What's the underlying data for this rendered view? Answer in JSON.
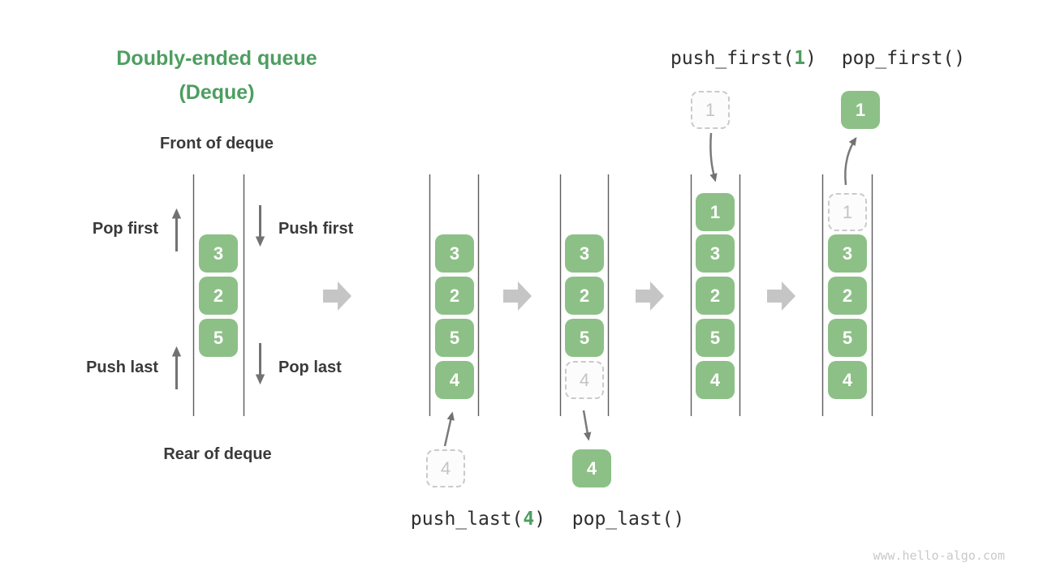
{
  "title": {
    "line1": "Doubly-ended queue",
    "line2": "(Deque)"
  },
  "legend": {
    "front_label": "Front of deque",
    "rear_label": "Rear of deque",
    "pop_first_label": "Pop first",
    "push_first_label": "Push first",
    "push_last_label": "Push last",
    "pop_last_label": "Pop last",
    "cells": [
      "3",
      "2",
      "5"
    ]
  },
  "operations": {
    "push_last": {
      "name": "push_last(",
      "arg": "4",
      "close": ")"
    },
    "pop_last": {
      "name": "pop_last()"
    },
    "push_first": {
      "name": "push_first(",
      "arg": "1",
      "close": ")"
    },
    "pop_first": {
      "name": "pop_first()"
    }
  },
  "stages": {
    "push_last": {
      "cells": [
        "3",
        "2",
        "5",
        "4"
      ],
      "incoming": "4"
    },
    "pop_last": {
      "cells": [
        "3",
        "2",
        "5"
      ],
      "ghost": "4",
      "popped": "4"
    },
    "push_first": {
      "cells": [
        "1",
        "3",
        "2",
        "5",
        "4"
      ],
      "incoming": "1"
    },
    "pop_first": {
      "cells": [
        "3",
        "2",
        "5",
        "4"
      ],
      "ghost": "1",
      "popped": "1"
    }
  },
  "watermark": "www.hello-algo.com",
  "colors": {
    "box_green": "#8DC087",
    "box_text": "#FFFFFF",
    "accent_green": "#4D9E60",
    "text_dark": "#3A3A3A",
    "code_text": "#2E2E2E",
    "arrow_gray": "#727272",
    "block_arrow": "#C5C5C5",
    "wall_gray": "#5C5C5C",
    "ghost_border": "#CACACA",
    "ghost_fill": "#FCFCFC",
    "ghost_text": "#C4C4C4",
    "watermark": "#C9C9C9"
  }
}
